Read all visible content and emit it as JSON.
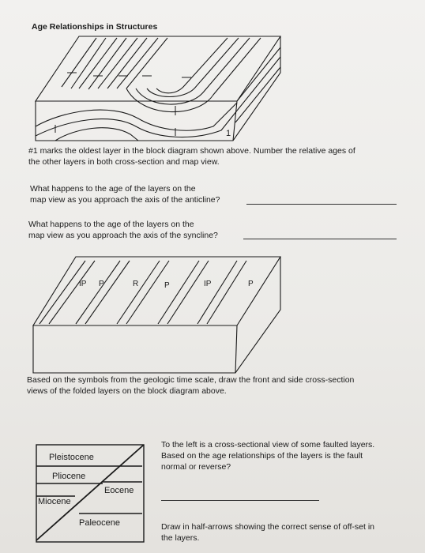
{
  "worksheet": {
    "title": "Age Relationships in Structures",
    "diagram1_marker": "1",
    "instruction_number": "#1 marks the oldest layer in the block diagram shown above.  Number the relative ages of",
    "instruction_number_cont": "the other layers in both cross-section and map view.",
    "q_anticline_line1": "What happens to the age of the layers on the",
    "q_anticline_line2": "map view as you approach the axis of the anticline?",
    "q_syncline_line1": "What happens to the age of the layers on the",
    "q_syncline_line2": "map view as you approach the axis of the syncline?",
    "diagram2_symbols": [
      "IP",
      "P",
      "R",
      "P",
      "IP",
      "P"
    ],
    "instruction_draw": "Based on the symbols from the geologic time scale, draw the front and side cross-section",
    "instruction_draw_cont": "views of the folded layers on the block diagram above.",
    "fault_labels": [
      "Pleistocene",
      "Pliocene",
      "Eocene",
      "Miocene",
      "Paleocene"
    ],
    "fault_q_line1": "To the left is a cross-sectional view of some faulted layers.",
    "fault_q_line2": "Based on the age relationships of the layers is the fault",
    "fault_q_line3": "normal or reverse?",
    "arrows_line1": "Draw in half-arrows showing the correct sense of off-set in",
    "arrows_line2": "the layers."
  },
  "colors": {
    "ink": "#1a1a1a",
    "paper": "#efeeeb"
  }
}
